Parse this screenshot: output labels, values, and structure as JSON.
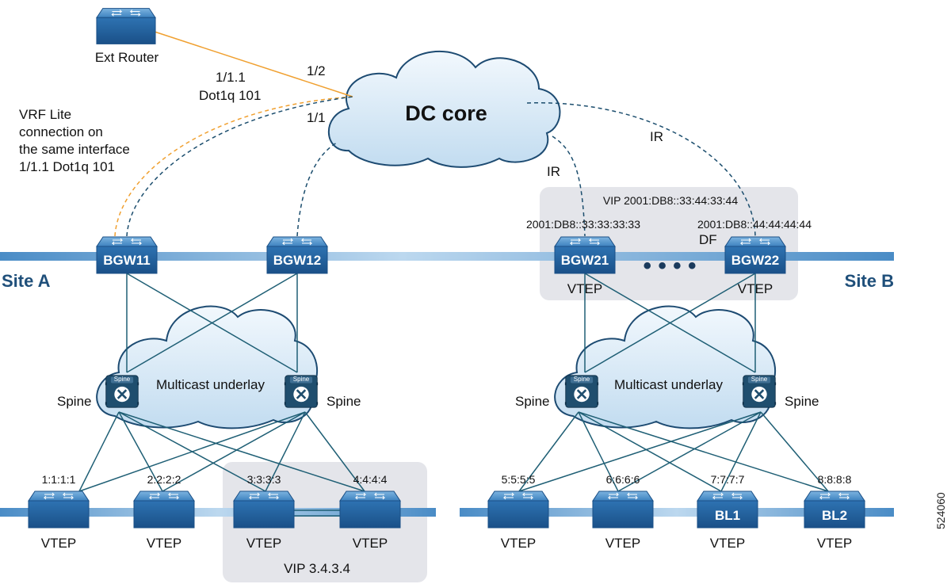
{
  "core": {
    "label": "DC core"
  },
  "ext_router": {
    "label": "Ext Router",
    "port_core": "1/2"
  },
  "vrf_note": {
    "lines": [
      "VRF Lite",
      "connection on",
      "the same interface",
      "1/1.1 Dot1q 101"
    ]
  },
  "bgw11_link": {
    "subif": "1/1.1",
    "dot1q": "Dot1q 101",
    "port": "1/1"
  },
  "ir_labels": {
    "left": "IR",
    "right": "IR"
  },
  "site_a": {
    "name": "Site A",
    "bgws": [
      "BGW11",
      "BGW12"
    ],
    "underlay": "Multicast underlay",
    "spine_label": "Spine",
    "spine_tag": "Spine",
    "vteps": [
      {
        "ip": "1:1:1:1",
        "label": "VTEP"
      },
      {
        "ip": "2:2:2:2",
        "label": "VTEP"
      },
      {
        "ip": "3:3:3:3",
        "label": "VTEP"
      },
      {
        "ip": "4:4:4:4",
        "label": "VTEP"
      }
    ],
    "vpc_vip": "VIP 3.4.3.4"
  },
  "site_b": {
    "name": "Site B",
    "vip": "VIP 2001:DB8::33:44:33:44",
    "bgws": [
      {
        "name": "BGW21",
        "ip": "2001:DB8::33:33:33:33",
        "role": "VTEP"
      },
      {
        "name": "BGW22",
        "ip": "2001:DB8::44:44:44:44",
        "role": "VTEP",
        "df": "DF"
      }
    ],
    "dots": "• • • •",
    "underlay": "Multicast underlay",
    "spine_label": "Spine",
    "spine_tag": "Spine",
    "leaves": [
      {
        "ip": "5:5:5:5",
        "label": "VTEP",
        "name": ""
      },
      {
        "ip": "6:6:6:6",
        "label": "VTEP",
        "name": ""
      },
      {
        "ip": "7:7:7:7",
        "label": "VTEP",
        "name": "BL1"
      },
      {
        "ip": "8:8:8:8",
        "label": "VTEP",
        "name": "BL2"
      }
    ]
  },
  "figure_number": "524060",
  "colors": {
    "switch_top": "#3f84c0",
    "switch_front": "#1f5f9c",
    "spine": "#1f4e6e",
    "cloud": "#d8e8f5",
    "cloud_stroke": "#1d4b72",
    "link": "#1f5f75",
    "dashed_blue": "#1c4e6e",
    "dashed_orange": "#f0a030",
    "ext_link": "#f0a030",
    "bar": "#a8cbe6",
    "bar_dark": "#5a97c9",
    "vip_box": "#e4e5ea",
    "site_label": "#1f4f7a"
  }
}
